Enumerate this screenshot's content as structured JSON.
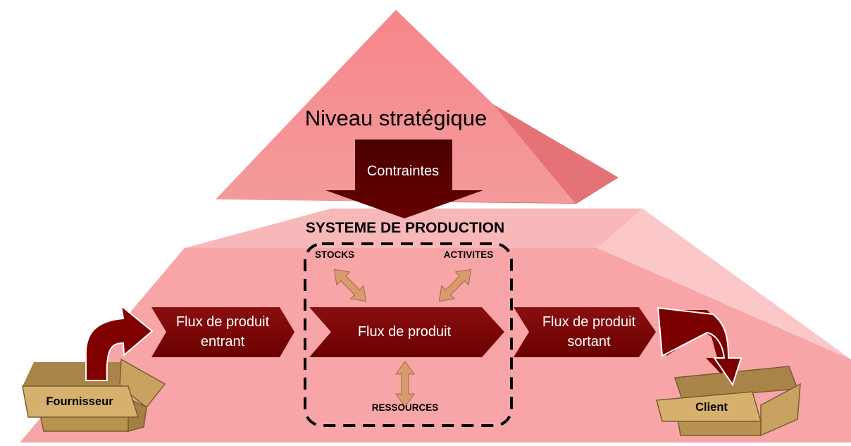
{
  "strategic_level": {
    "title": "Niveau stratégique",
    "constraint_label": "Contraintes"
  },
  "production_system": {
    "title": "SYSTEME DE PRODUCTION"
  },
  "elements": {
    "stocks": "STOCKS",
    "activities": "ACTIVITES",
    "resources": "RESSOURCES"
  },
  "flows": {
    "incoming": [
      "Flux de produit",
      "entrant"
    ],
    "main": "Flux de produit",
    "outgoing": [
      "Flux de produit",
      "sortant"
    ]
  },
  "boxes": {
    "supplier": "Fournisseur",
    "client": "Client"
  },
  "colors": {
    "pyramid_top": "#f4888a",
    "pyramid_top_dark": "#d95a5e",
    "platform": "#f7a7a9",
    "platform_light": "#fbc2c3",
    "arrow_dark": "#7b0000",
    "arrow_darkest": "#5a0000",
    "double_arrow": "#d99a6c",
    "box": "#c8a566"
  }
}
